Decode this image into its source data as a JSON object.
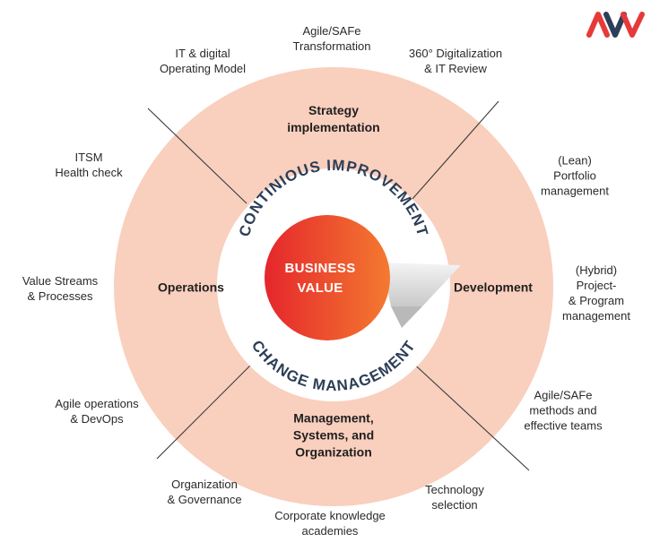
{
  "center": {
    "title": "BUSINESS\nVALUE"
  },
  "ring_text": {
    "top": "CONTINIOUS IMPROVEMENT",
    "bottom": "CHANGE MANAGEMENT"
  },
  "sections": {
    "top": "Strategy\nimplementation",
    "right": "Development",
    "bottom": "Management,\nSystems, and\nOrganization",
    "left": "Operations"
  },
  "outer_labels": [
    "Agile/SAFe\nTransformation",
    "IT & digital\nOperating Model",
    "360° Digitalization\n& IT Review",
    "ITSM\nHealth check",
    "(Lean)\nPortfolio\nmanagement",
    "Value Streams\n& Processes",
    "(Hybrid) Project-\n& Program\nmanagement",
    "Agile operations\n& DevOps",
    "Agile/SAFe\nmethods and\neffective teams",
    "Organization\n& Governance",
    "Technology\nselection",
    "Corporate knowledge\nacademies"
  ],
  "colors": {
    "outer_ring": "#f9cfbe",
    "inner_white": "#ffffff",
    "ring_text": "#2d3e57",
    "core_start": "#e5262c",
    "core_end": "#f47a30",
    "divider": "#3a3a3a",
    "logo_red": "#e63a3a",
    "logo_navy": "#2d3e57"
  }
}
